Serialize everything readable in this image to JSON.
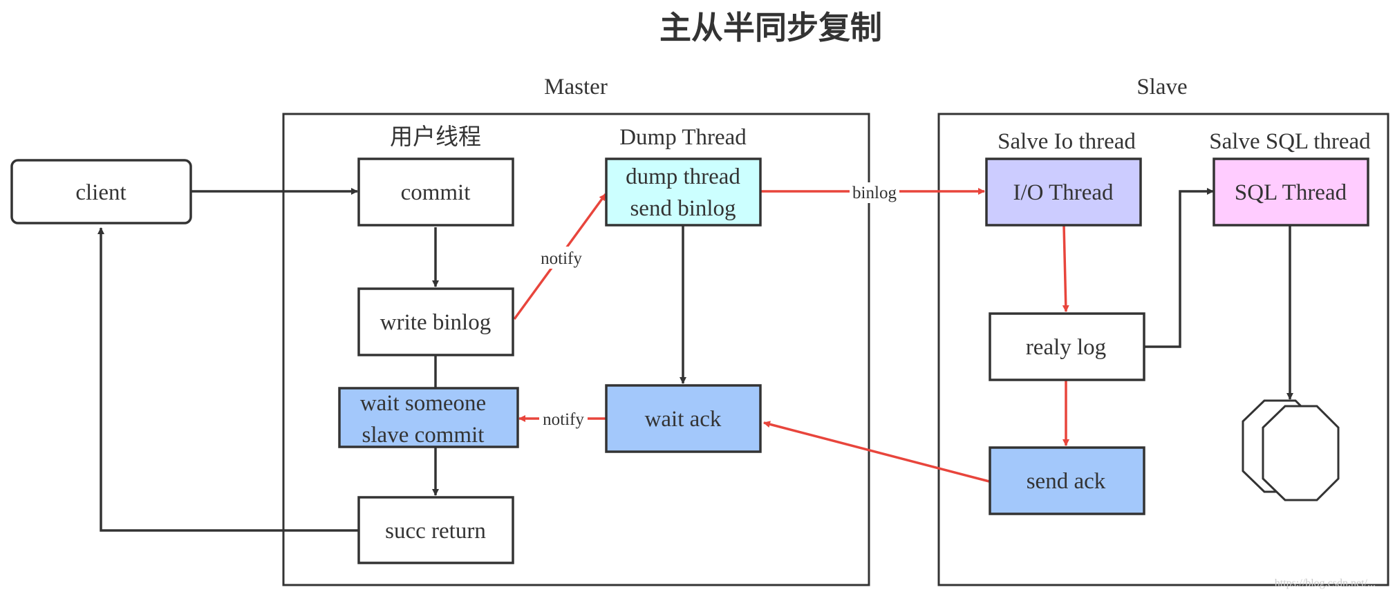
{
  "title": "主从半同步复制",
  "colors": {
    "line": "#333333",
    "red": "#e8453c",
    "cyan_fill": "#ccffff",
    "blue_fill": "#a3c8fb",
    "lavender_fill": "#ccccff",
    "pink_fill": "#ffccff",
    "white_fill": "#ffffff"
  },
  "master": {
    "label": "Master",
    "user_thread_label": "用户线程",
    "dump_thread_label": "Dump Thread"
  },
  "slave": {
    "label": "Slave",
    "io_thread_label": "Salve Io thread",
    "sql_thread_label": "Salve SQL thread"
  },
  "nodes": {
    "client": "client",
    "commit": "commit",
    "write_binlog": "write binlog",
    "wait_someone_line1": "wait someone",
    "wait_someone_line2": "slave commit",
    "succ_return": "succ return",
    "dump_line1": "dump thread",
    "dump_line2": "send binlog",
    "wait_ack": "wait ack",
    "io_thread": "I/O Thread",
    "sql_thread": "SQL Thread",
    "relay_log": "realy log",
    "send_ack": "send ack"
  },
  "edge_labels": {
    "notify_up": "notify",
    "notify_left": "notify",
    "binlog": "binlog"
  },
  "watermark": "https://blog.csdn.net/..."
}
